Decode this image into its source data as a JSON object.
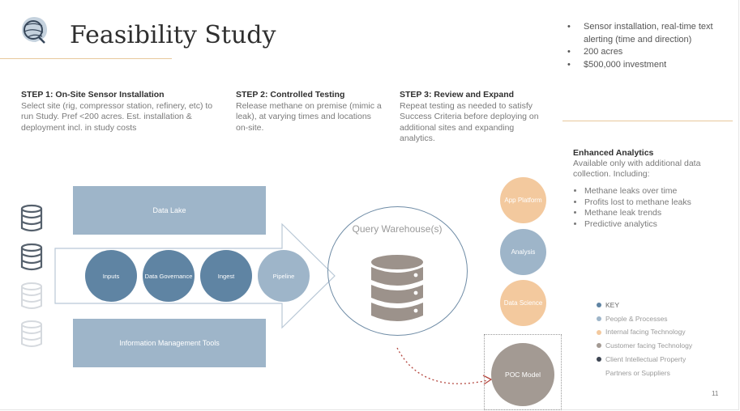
{
  "title": "Feasibility Study",
  "bullets": [
    "Sensor installation, real-time text alerting (time and direction)",
    "200 acres",
    "$500,000 investment"
  ],
  "steps": [
    {
      "heading": "STEP 1: On-Site Sensor Installation",
      "body": "Select site (rig, compressor station, refinery, etc) to run Study. Pref <200 acres. Est. installation & deployment incl.  in study costs"
    },
    {
      "heading": "STEP 2: Controlled Testing",
      "body": "Release methane on premise (mimic a leak), at varying times and locations on-site."
    },
    {
      "heading": "STEP 3: Review and Expand",
      "body": "Repeat testing as needed to satisfy Success Criteria before deploying on additional sites and expanding analytics."
    }
  ],
  "enhanced": {
    "heading": "Enhanced Analytics",
    "body": "Available only with additional data collection. Including:",
    "items": [
      "Methane leaks over time",
      "Profits lost to methane leaks",
      "Methane leak trends",
      "Predictive analytics"
    ]
  },
  "diagram": {
    "data_lake": "Data Lake",
    "info_tools": "Information Management Tools",
    "pipeline_steps": [
      "Inputs",
      "Data Governance",
      "Ingest",
      "Pipeline"
    ],
    "warehouse": "Query Warehouse(s)",
    "outputs": [
      "App Platform",
      "Analysis",
      "Data Science"
    ],
    "poc": "POC Model"
  },
  "legend": {
    "title": "KEY",
    "items": [
      "People & Processes",
      "Internal facing Technology",
      "Customer facing Technology",
      "Client Intellectual Property",
      "Partners or Suppliers"
    ],
    "colors": {
      "key": "#5f84a3",
      "people": "#9eb5c9",
      "internal": "#f3c99e",
      "customer": "#a39a93",
      "client": "#3d4552"
    }
  },
  "page_number": "11"
}
